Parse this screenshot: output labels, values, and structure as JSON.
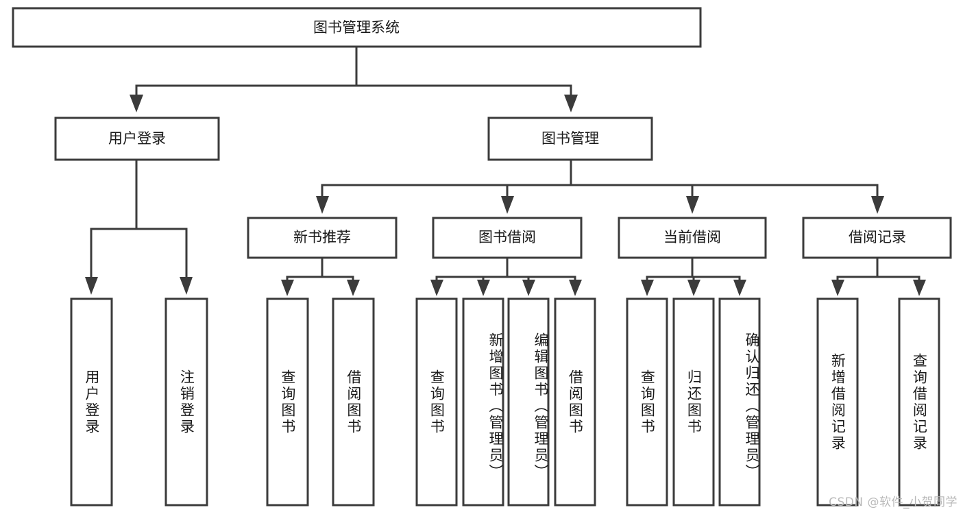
{
  "diagram": {
    "type": "tree",
    "title": "图书管理系统",
    "orientation": "top-down",
    "colors": {
      "stroke": "#3b3b3b",
      "box_fill": "#ffffff",
      "text": "#1a1a1a",
      "background": "#ffffff",
      "watermark": "#b9b9b9"
    },
    "root": {
      "label": "图书管理系统"
    },
    "level2": [
      {
        "label": "用户登录"
      },
      {
        "label": "图书管理"
      }
    ],
    "level3": [
      {
        "label": "新书推荐"
      },
      {
        "label": "图书借阅"
      },
      {
        "label": "当前借阅"
      },
      {
        "label": "借阅记录"
      }
    ],
    "leaves": {
      "user_login": [
        {
          "label": "用户登录"
        },
        {
          "label": "注销登录"
        }
      ],
      "new_book_recommend": [
        {
          "label": "查询图书"
        },
        {
          "label": "借阅图书"
        }
      ],
      "book_borrow": [
        {
          "label": "查询图书"
        },
        {
          "label": "新增图书（管理员）"
        },
        {
          "label": "编辑图书（管理员）"
        },
        {
          "label": "借阅图书"
        }
      ],
      "current_borrow": [
        {
          "label": "查询图书"
        },
        {
          "label": "归还图书"
        },
        {
          "label": "确认归还（管理员）"
        }
      ],
      "borrow_record": [
        {
          "label": "新增借阅记录"
        },
        {
          "label": "查询借阅记录"
        }
      ]
    }
  },
  "watermark": {
    "text": "CSDN @软件_小贺同学"
  }
}
